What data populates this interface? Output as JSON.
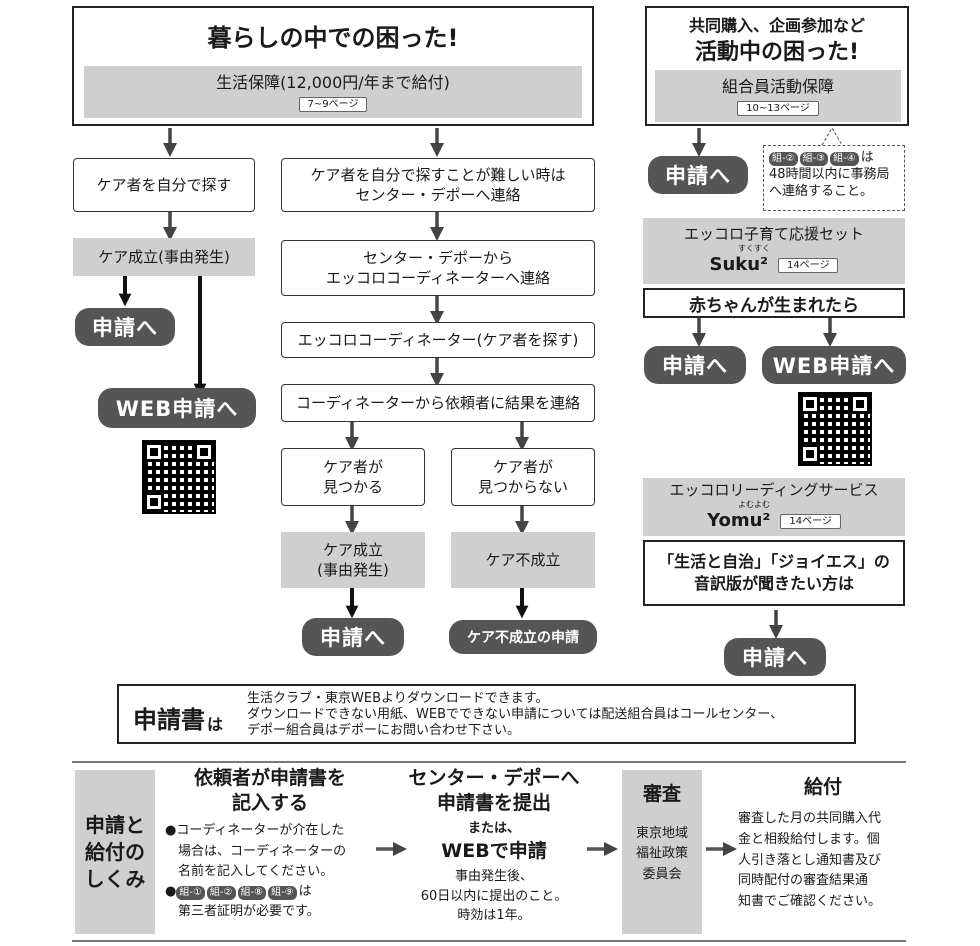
{
  "left": {
    "title": "暮らしの中での困った!",
    "support": "生活保障(12,000円/年まで給付)",
    "support_pages": "7~9ページ",
    "self_search": "ケア者を自分で探す",
    "self_hard": "ケア者を自分で探すことが難しい時は\nセンター・デポーへ連絡",
    "contact_coord": "センター・デポーから\nエッコロコーディネーターへ連絡",
    "coord_search": "エッコロコーディネーター(ケア者を探す)",
    "coord_report": "コーディネーターから依頼者に結果を連絡",
    "found": "ケア者が\n見つかる",
    "not_found": "ケア者が\n見つからない",
    "care_ok_left": "ケア成立(事由発生)",
    "care_ok_mid": "ケア成立\n(事由発生)",
    "care_ng": "ケア不成立",
    "apply": "申請へ",
    "web_apply": "WEB申請へ",
    "apply_ng": "ケア不成立の申請"
  },
  "right": {
    "heading_small": "共同購入、企画参加など",
    "heading_big": "活動中の困った!",
    "support": "組合員活動保障",
    "support_pages": "10~13ページ",
    "apply": "申請へ",
    "note_chips": [
      "組-②",
      "組-③",
      "組-④"
    ],
    "note_text1": "は",
    "note_text2": "48時間以内に事務局\nへ連絡すること。",
    "suku_title": "エッコロ子育て応援セット",
    "suku_ruby": "すくすく",
    "suku_name": "Suku²",
    "suku_pages": "14ページ",
    "baby": "赤ちゃんが生まれたら",
    "apply2": "申請へ",
    "web_apply": "WEB申請へ",
    "yomu_title": "エッコロリーディングサービス",
    "yomu_ruby": "よむよむ",
    "yomu_name": "Yomu²",
    "yomu_pages": "14ページ",
    "audio": "「生活と自治」「ジョイエス」の\n音訳版が聞きたい方は",
    "apply3": "申請へ"
  },
  "form": {
    "label": "申請書",
    "label_suffix": "は",
    "line1": "生活クラブ・東京WEBよりダウンロードできます。",
    "line2": "ダウンロードできない用紙、WEBでできない申請については配送組合員はコールセンター、",
    "line3": "デポー組合員はデポーにお問い合わせ下さい。"
  },
  "flow": {
    "side_label": "申請と\n給付の\nしくみ",
    "step1_title": "依頼者が申請書を\n記入する",
    "step1_b1": "●コーディネーターが介在した\n　場合は、コーディネーターの\n　名前を記入してください。",
    "step1_chips": [
      "組-①",
      "組-②",
      "組-⑧",
      "組-⑨"
    ],
    "step1_b2a": "は",
    "step1_b2b": "第三者証明が必要です。",
    "step2_title": "センター・デポーへ\n申請書を提出",
    "step2_or": "または、",
    "step2_web": "WEBで申請",
    "step2_note": "事由発生後、\n60日以内に提出のこと。\n時効は1年。",
    "step3_title": "審査",
    "step3_body": "東京地域\n福祉政策\n委員会",
    "step4_title": "給付",
    "step4_body": "審査した月の共同購入代\n金と相殺給付します。個\n人引き落とし通知書及び\n同時配付の審査結果通\n知書でご確認ください。"
  }
}
